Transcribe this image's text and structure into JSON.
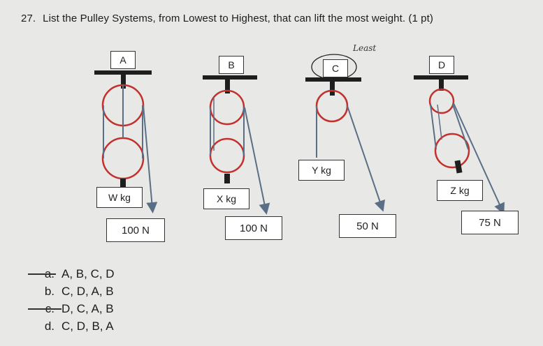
{
  "question": {
    "number": "27.",
    "text": "List the Pulley Systems, from Lowest to Highest, that can lift the most weight. (1 pt)"
  },
  "pulleys": [
    {
      "label": "A",
      "mass": "W kg",
      "force": "100 N"
    },
    {
      "label": "B",
      "mass": "X kg",
      "force": "100 N"
    },
    {
      "label": "C",
      "mass": "Y kg",
      "force": "50 N"
    },
    {
      "label": "D",
      "mass": "Z kg",
      "force": "75 N"
    }
  ],
  "handwritten_note": "Least",
  "answers": [
    {
      "letter": "a.",
      "text": "A, B, C, D",
      "struck": true
    },
    {
      "letter": "b.",
      "text": "C, D, A, B",
      "struck": false
    },
    {
      "letter": "c.",
      "text": "D, C, A, B",
      "struck": true
    },
    {
      "letter": "d.",
      "text": "C, D, B, A",
      "struck": false
    }
  ],
  "colors": {
    "pulley_outline": "#c2312c",
    "rope": "#5a6f86",
    "bar": "#1e1e1e"
  }
}
